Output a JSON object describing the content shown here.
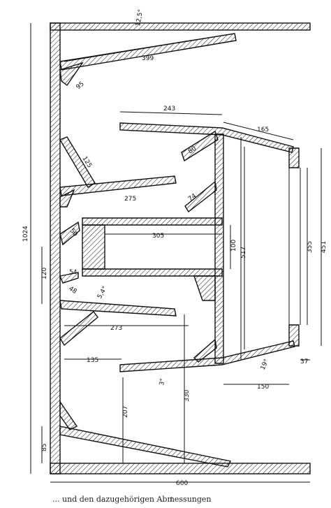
{
  "caption": "... und den dazugehörigen Abmessungen",
  "page_marker": "l",
  "dimensions": {
    "angle_top": "12,5°",
    "top_board": "399",
    "top_brace": "95",
    "upper_horn": "243",
    "upper_horn_end": "165",
    "upper_strut_a": "80",
    "upper_strut_b": "125",
    "upper_strut_c": "74",
    "upper_board": "275",
    "mid_width": "305",
    "mid_small": "50",
    "mid_inner": "100",
    "mid_port": "517",
    "mid_left": "120",
    "mid_left2": "54",
    "total_height": "1024",
    "right_inner": "355",
    "right_outer": "451",
    "lower_a": "48",
    "lower_angle": "5,4°",
    "lower_board": "273",
    "lower_left": "135",
    "lower_angle2": "19°",
    "lower_right": "37",
    "lower_angle3": "3°",
    "lower_mouth": "150",
    "bottom_a": "207",
    "bottom_b": "330",
    "bottom_left": "85",
    "total_width": "600"
  }
}
